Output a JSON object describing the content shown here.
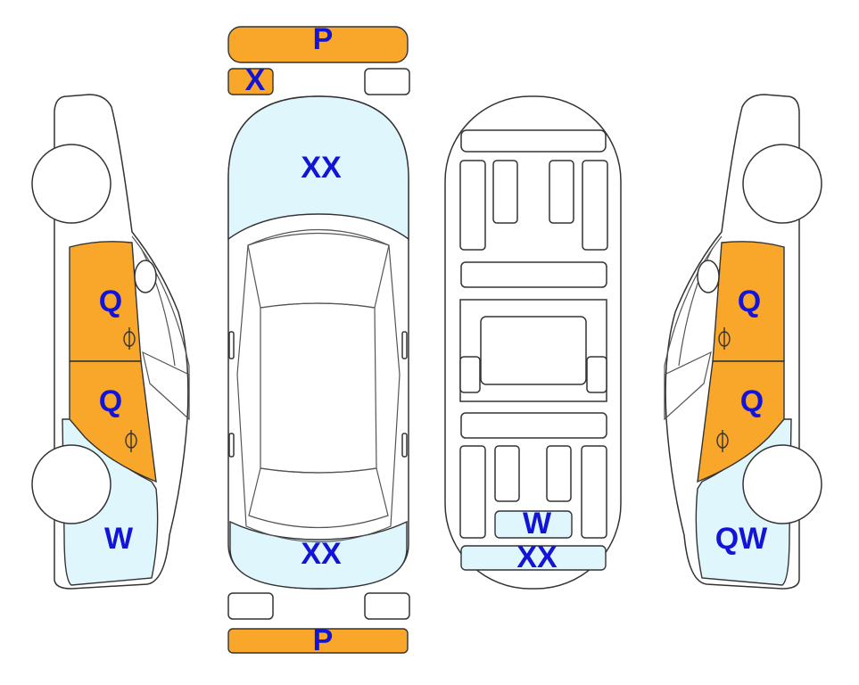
{
  "colors": {
    "orange": "#f9a72b",
    "light_blue": "#dff6fc",
    "label": "#1414d6",
    "outline": "#333333"
  },
  "labels": {
    "front_bumper": "P",
    "front_left_marker": "X",
    "hood": "XX",
    "trunk": "XX",
    "rear_bumper": "P",
    "left_front_door": "Q",
    "left_rear_door": "Q",
    "left_rear_quarter": "W",
    "right_front_door": "Q",
    "right_rear_door": "Q",
    "right_rear_quarter": "QW",
    "floor_rear_panel": "W",
    "floor_rear_end": "XX"
  }
}
